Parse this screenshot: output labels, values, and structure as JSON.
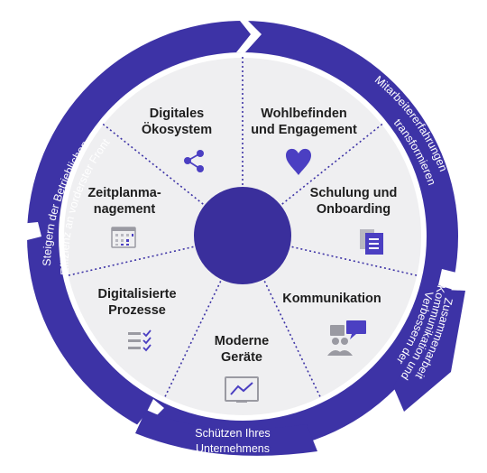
{
  "colors": {
    "ring": "#3d33a6",
    "ring_dark": "#2b2388",
    "inner_bg": "#efeff1",
    "divider": "#3d33a6",
    "center": "#3a2f9c",
    "icon_purple": "#4b3fc2",
    "icon_gray": "#9a9aa2"
  },
  "segments": [
    {
      "id": "wohlbefinden",
      "lines": [
        "Wohlbefinden",
        "und Engagement"
      ],
      "icon": "heart-icon"
    },
    {
      "id": "schulung",
      "lines": [
        "Schulung und",
        "Onboarding"
      ],
      "icon": "document-icon"
    },
    {
      "id": "kommunikation",
      "lines": [
        "Kommunikation"
      ],
      "icon": "chat-icon"
    },
    {
      "id": "geraete",
      "lines": [
        "Moderne",
        "Geräte"
      ],
      "icon": "chart-monitor-icon"
    },
    {
      "id": "prozesse",
      "lines": [
        "Digitalisierte",
        "Prozesse"
      ],
      "icon": "checklist-icon"
    },
    {
      "id": "zeitplan",
      "lines": [
        "Zeitplanma-",
        "nagement"
      ],
      "icon": "calendar-icon"
    },
    {
      "id": "oekosystem",
      "lines": [
        "Digitales",
        "Ökosystem"
      ],
      "icon": "share-icon"
    }
  ],
  "ring_labels": {
    "mitarbeiter": [
      "Mitarbeitererfahrungen",
      "transformieren"
    ],
    "verbessern": [
      "Verbessern der",
      "Kommunikation und",
      "Zusammenarbeit"
    ],
    "schuetzen": [
      "Schützen Ihres",
      "Unternehmens"
    ],
    "steigern": [
      "Steigern der Betrieblichen",
      "Effizienz an vorderster Front"
    ]
  }
}
